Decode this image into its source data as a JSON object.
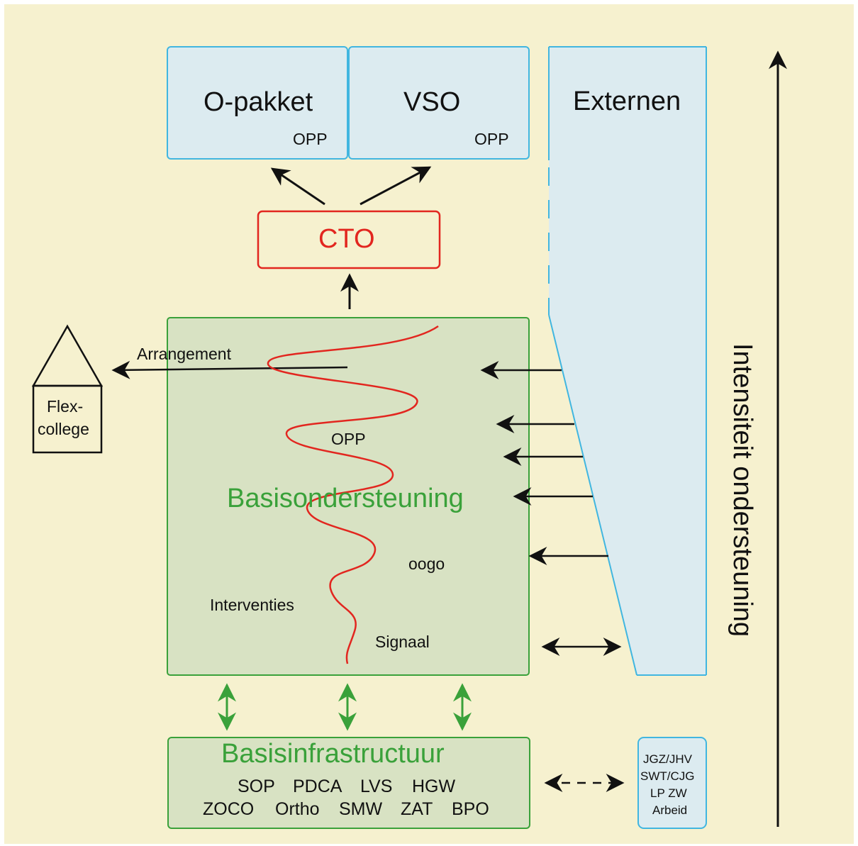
{
  "diagram": {
    "top_boxes": [
      {
        "title": "O-pakket",
        "sub": "OPP"
      },
      {
        "title": "VSO",
        "sub": "OPP"
      }
    ],
    "externen": "Externen",
    "cto": "CTO",
    "flex_college": {
      "line1": "Flex-",
      "line2": "college"
    },
    "arrangement": "Arrangement",
    "main_box": {
      "title": "Basisondersteuning",
      "opp": "OPP",
      "oogo": "oogo",
      "interventies": "Interventies",
      "signaal": "Signaal"
    },
    "infra": {
      "title": "Basisinfrastructuur",
      "row1": [
        "SOP",
        "PDCA",
        "LVS",
        "HGW"
      ],
      "row2": [
        "ZOCO",
        "Ortho",
        "SMW",
        "ZAT",
        "BPO"
      ]
    },
    "partners": [
      "JGZ/JHV",
      "SWT/CJG",
      "LP ZW",
      "Arbeid"
    ],
    "axis_label": "Intensiteit ondersteuning",
    "colors": {
      "background": "#f6f1cf",
      "blue_fill": "#dcebf0",
      "blue_border": "#41b6e0",
      "green": "#3aa13a",
      "green_fill": "#d8e2c3",
      "red": "#e2261f"
    }
  }
}
